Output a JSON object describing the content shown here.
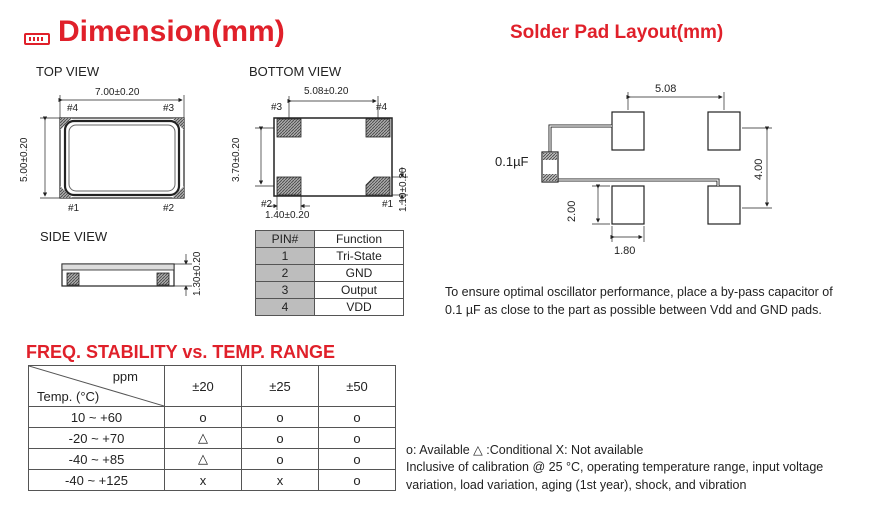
{
  "titles": {
    "dimension": "Dimension(mm)",
    "solder_pad": "Solder Pad Layout(mm)",
    "freq": "FREQ. STABILITY vs. TEMP. RANGE"
  },
  "views": {
    "top": "TOP VIEW",
    "bottom": "BOTTOM VIEW",
    "side": "SIDE VIEW"
  },
  "dimensions": {
    "top_width": "7.00±0.20",
    "top_height": "5.00±0.20",
    "bottom_pitch": "5.08±0.20",
    "bottom_pad_height": "3.70±0.20",
    "bottom_pad_gap": "1.10±0.20",
    "bottom_pad_width": "1.40±0.20",
    "side_height": "1.30±0.20"
  },
  "pin_labels": {
    "top_tl": "#4",
    "top_tr": "#3",
    "top_bl": "#1",
    "top_br": "#2",
    "bot_tl": "#3",
    "bot_tr": "#4",
    "bot_bl": "#2",
    "bot_br": "#1"
  },
  "pin_table": {
    "headers": [
      "PIN#",
      "Function"
    ],
    "rows": [
      [
        "1",
        "Tri-State"
      ],
      [
        "2",
        "GND"
      ],
      [
        "3",
        "Output"
      ],
      [
        "4",
        "VDD"
      ]
    ]
  },
  "solder": {
    "pitch": "5.08",
    "height": "4.00",
    "pad_h": "2.00",
    "pad_w": "1.80",
    "cap": "0.1µF"
  },
  "solder_note_lines": [
    "To ensure optimal oscillator performance, place a by-pass capacitor of",
    "0.1 µF as close to the part as possible between Vdd and GND pads."
  ],
  "freq_table": {
    "corner_top": "ppm",
    "corner_bottom": "Temp. (°C)",
    "columns": [
      "±20",
      "±25",
      "±50"
    ],
    "rows": [
      {
        "range": "10 ~ +60",
        "cells": [
          "o",
          "o",
          "o"
        ]
      },
      {
        "range": "-20 ~ +70",
        "cells": [
          "△",
          "o",
          "o"
        ]
      },
      {
        "range": "-40 ~ +85",
        "cells": [
          "△",
          "o",
          "o"
        ]
      },
      {
        "range": "-40 ~ +125",
        "cells": [
          "x",
          "x",
          "o"
        ]
      }
    ]
  },
  "legend": "o: Available  △ :Conditional  X: Not available",
  "legend_notes": [
    "Inclusive of calibration @ 25 °C, operating temperature range, input voltage",
    "variation, load variation, aging (1st year), shock, and vibration"
  ]
}
